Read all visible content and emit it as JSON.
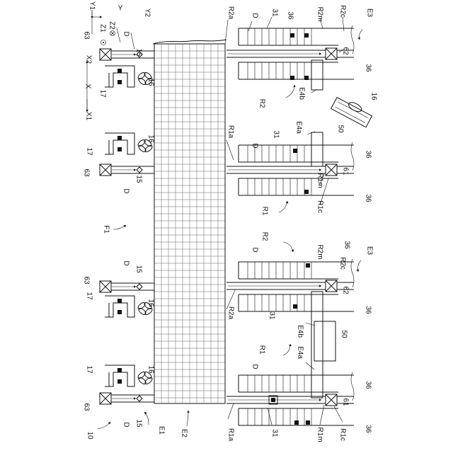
{
  "figure": {
    "labels": {
      "n10": "10",
      "e1": "E1",
      "e2": "E2",
      "f1": "F1",
      "x": "X",
      "x1": "X1",
      "x2": "X2",
      "y": "Y",
      "y1": "Y1",
      "y2": "Y2",
      "z1": "Z1",
      "z2": "Z2",
      "n15": "15",
      "n16": "16",
      "n17": "17",
      "n63": "63",
      "n31": "31",
      "n36": "36",
      "n50": "50",
      "n61": "61",
      "n62": "62",
      "d": "D",
      "e3": "E3",
      "e4a": "E4a",
      "e4b": "E4b",
      "r1": "R1",
      "r2": "R2",
      "r1a": "R1a",
      "r1c": "R1c",
      "r1m": "R1m",
      "r2a": "R2a",
      "r2c": "R2c",
      "r2m": "R2m"
    },
    "symbols": {
      "z1": "out-of-page-dot-icon",
      "z2": "into-page-cross-icon"
    }
  }
}
